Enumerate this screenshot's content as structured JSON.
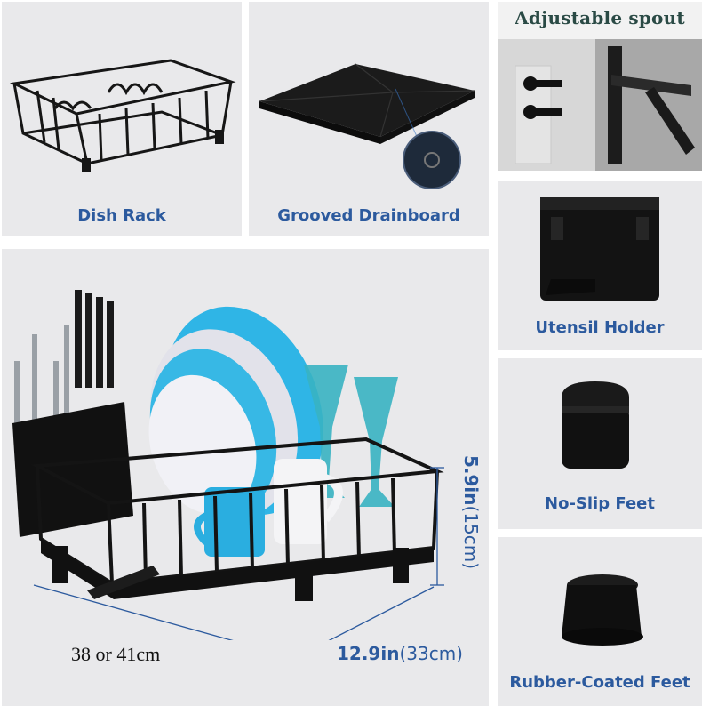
{
  "panels": {
    "dish_rack": {
      "caption": "Dish Rack"
    },
    "drainboard": {
      "caption": "Grooved Drainboard"
    },
    "spout": {
      "title": "Adjustable spout"
    },
    "utensil_holder": {
      "caption": "Utensil Holder"
    },
    "no_slip_feet": {
      "caption": "No-Slip Feet"
    },
    "rubber_feet": {
      "caption": "Rubber-Coated Feet"
    }
  },
  "dimensions": {
    "height_value": "5.9in",
    "height_metric": "(15cm)",
    "width_value": "12.9in",
    "width_metric": "(33cm)",
    "length_note": "38 or 41cm"
  },
  "colors": {
    "caption_blue": "#2c5a9e",
    "panel_bg": "#e9e9eb",
    "product_black": "#141414",
    "plate_blue": "#39b6e3",
    "plate_white": "#eeeef3",
    "glass_teal": "#3fb8c4"
  }
}
